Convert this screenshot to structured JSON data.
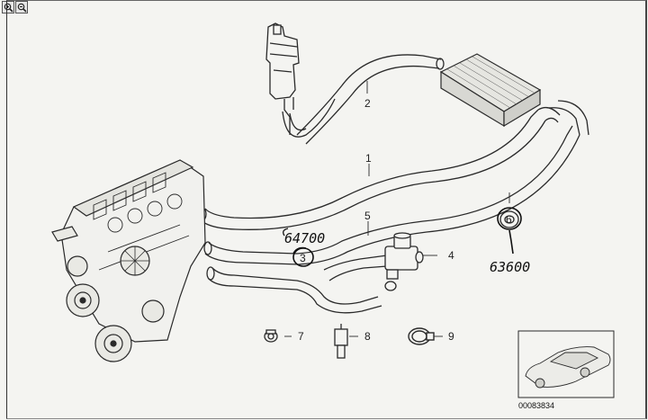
{
  "toolbar": {
    "zoom_in_icon": "zoom-in-icon",
    "zoom_out_icon": "zoom-out-icon"
  },
  "callouts": {
    "c1": "1",
    "c2": "2",
    "c3": "3",
    "c4": "4",
    "c5": "5",
    "c6": "6",
    "c7": "7",
    "c8": "8",
    "c9": "9"
  },
  "handwritten": {
    "note_left": "64700",
    "note_right": "63600"
  },
  "document_id": "00083834",
  "colors": {
    "line": "#2a2a2a",
    "paper": "#f4f4f1",
    "ink": "#111111"
  }
}
